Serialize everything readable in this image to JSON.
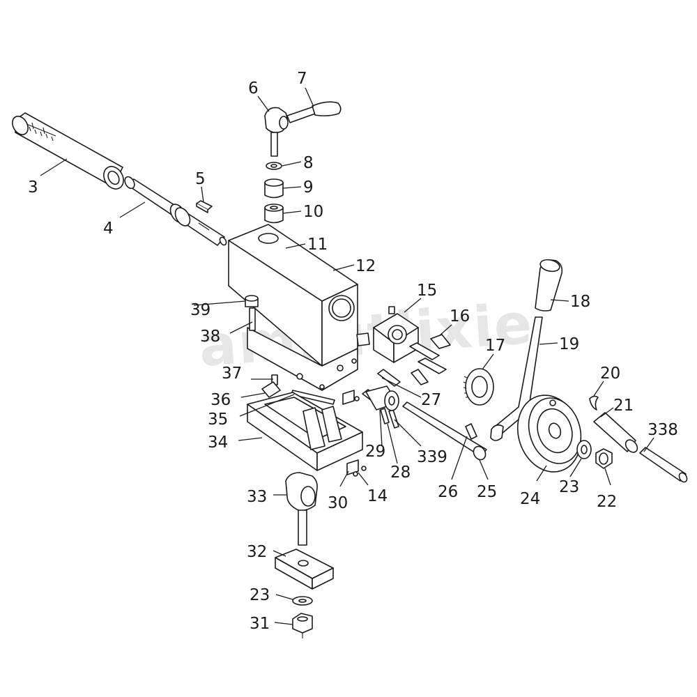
{
  "watermark": "amrutlixie",
  "labels": {
    "p3": "3",
    "p4": "4",
    "p5": "5",
    "p6": "6",
    "p7": "7",
    "p8": "8",
    "p9": "9",
    "p10": "10",
    "p11": "11",
    "p12": "12",
    "p14": "14",
    "p15": "15",
    "p16": "16",
    "p17": "17",
    "p18": "18",
    "p19": "19",
    "p20": "20",
    "p21": "21",
    "p22": "22",
    "p23a": "23",
    "p23b": "23",
    "p24": "24",
    "p25": "25",
    "p26": "26",
    "p27": "27",
    "p28": "28",
    "p29": "29",
    "p30": "30",
    "p31": "31",
    "p32": "32",
    "p33": "33",
    "p34": "34",
    "p35": "35",
    "p36": "36",
    "p37": "37",
    "p38": "38",
    "p39": "39",
    "p338": "338",
    "p339": "339"
  }
}
